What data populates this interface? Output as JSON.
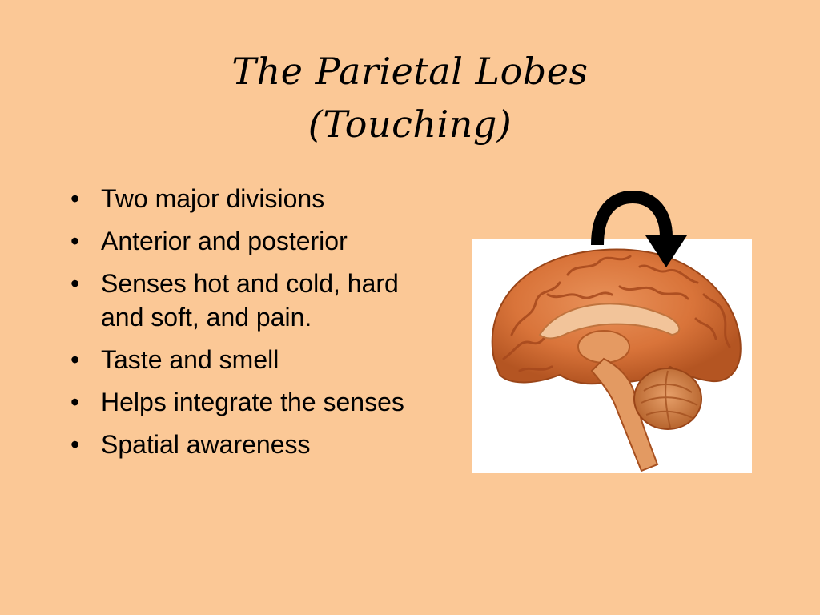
{
  "slide": {
    "title_line1": "The Parietal Lobes",
    "title_line2": "(Touching)",
    "bullet_glyph": "•",
    "bullets": [
      "Two major divisions",
      "Anterior and posterior",
      "Senses hot and cold, hard and soft, and pain.",
      "Taste and smell",
      "Helps integrate the senses",
      "Spatial awareness"
    ],
    "background_color": "#fbc896",
    "image": {
      "icon": "brain-sagittal-illustration",
      "arrow_icon": "curved-arrow-down-icon"
    }
  }
}
